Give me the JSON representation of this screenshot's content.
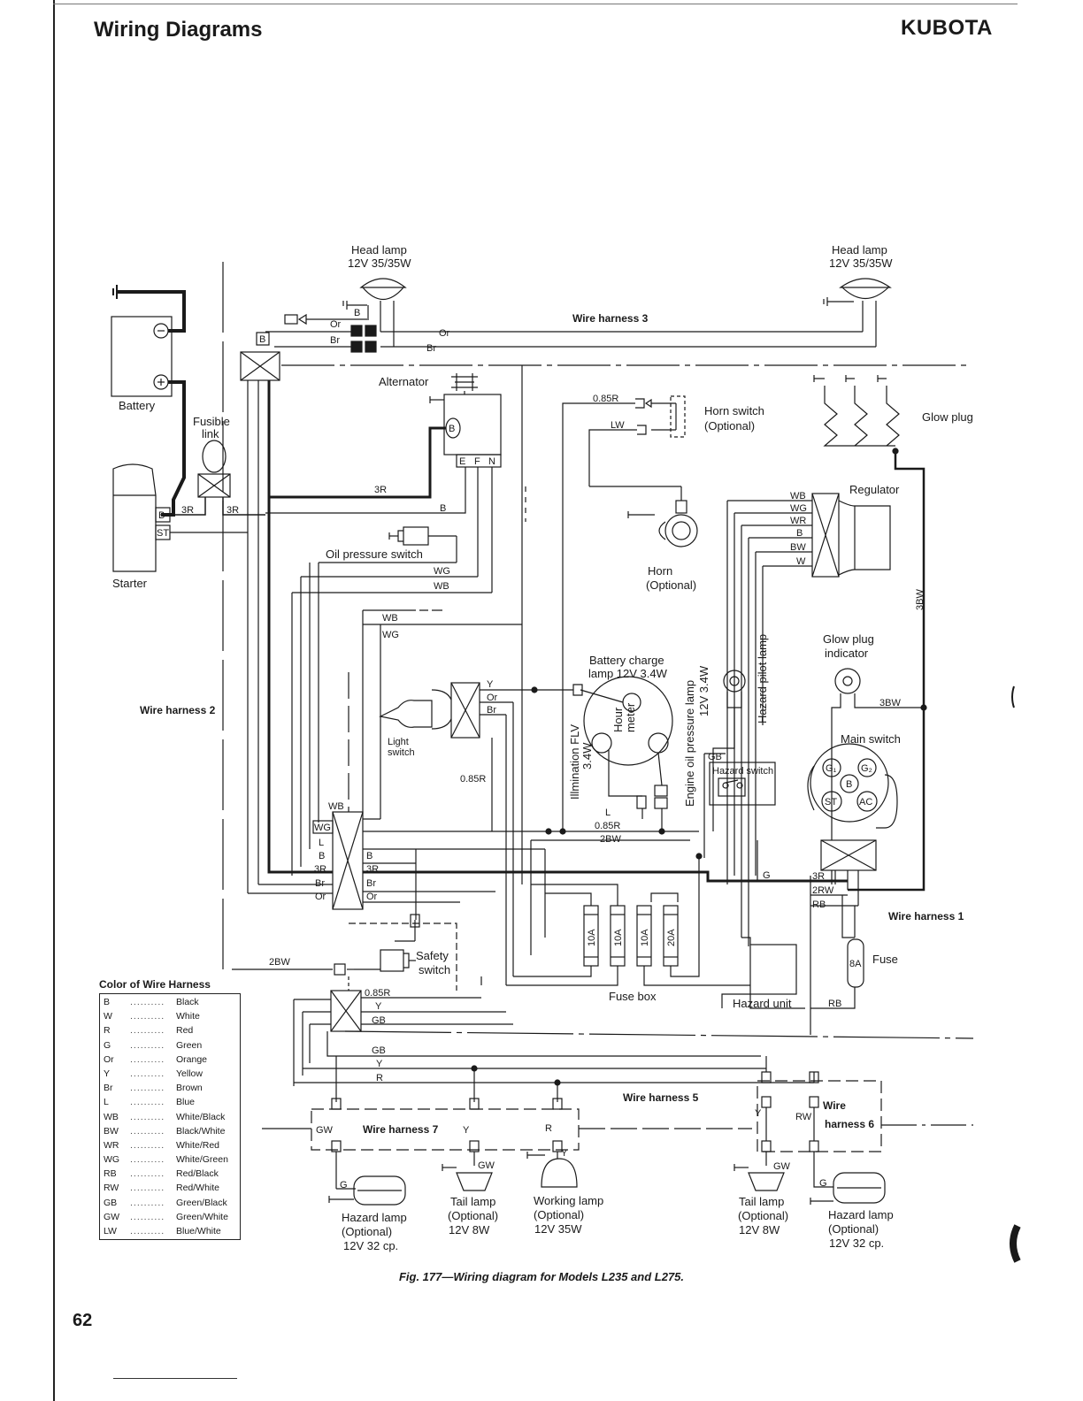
{
  "header": {
    "title": "Wiring Diagrams",
    "brand": "KUBOTA"
  },
  "page_number": "62",
  "caption": "Fig. 177—Wiring diagram for Models L235 and L275.",
  "legend": {
    "title": "Color of Wire Harness",
    "items": [
      {
        "code": "B",
        "color": "Black"
      },
      {
        "code": "W",
        "color": "White"
      },
      {
        "code": "R",
        "color": "Red"
      },
      {
        "code": "G",
        "color": "Green"
      },
      {
        "code": "Or",
        "color": "Orange"
      },
      {
        "code": "Y",
        "color": "Yellow"
      },
      {
        "code": "Br",
        "color": "Brown"
      },
      {
        "code": "L",
        "color": "Blue"
      },
      {
        "code": "WB",
        "color": "White/Black"
      },
      {
        "code": "BW",
        "color": "Black/White"
      },
      {
        "code": "WR",
        "color": "White/Red"
      },
      {
        "code": "WG",
        "color": "White/Green"
      },
      {
        "code": "RB",
        "color": "Red/Black"
      },
      {
        "code": "RW",
        "color": "Red/White"
      },
      {
        "code": "GB",
        "color": "Green/Black"
      },
      {
        "code": "GW",
        "color": "Green/White"
      },
      {
        "code": "LW",
        "color": "Blue/White"
      }
    ]
  },
  "components": {
    "head_lamp_left": {
      "name": "Head lamp",
      "rating": "12V 35/35W"
    },
    "head_lamp_right": {
      "name": "Head lamp",
      "rating": "12V 35/35W"
    },
    "battery": "Battery",
    "fusible_link": {
      "line1": "Fusible",
      "line2": "link"
    },
    "starter": "Starter",
    "alternator": "Alternator",
    "horn_switch": {
      "line1": "Horn switch",
      "line2": "(Optional)"
    },
    "glow_plug": "Glow plug",
    "regulator": "Regulator",
    "horn": {
      "line1": "Horn",
      "line2": "(Optional)"
    },
    "oil_pressure_switch": "Oil pressure switch",
    "glow_plug_indicator": {
      "line1": "Glow plug",
      "line2": "indicator"
    },
    "battery_charge_lamp": {
      "line1": "Battery charge",
      "line2": "lamp 12V 3.4W"
    },
    "illumination": {
      "line1": "Illmination FLV",
      "line2": "3.4W"
    },
    "hour_meter": {
      "line1": "Hour",
      "line2": "meter"
    },
    "oil_pressure_lamp": {
      "line1": "Engine oil pressure lamp",
      "line2": "12V 3.4W"
    },
    "hazard_pilot_lamp": "Hazard pilot lamp",
    "light_switch": {
      "line1": "Light",
      "line2": "switch"
    },
    "main_switch": "Main switch",
    "hazard_switch": "Hazard switch",
    "safety_switch": {
      "line1": "Safety",
      "line2": "switch"
    },
    "fuse_box": "Fuse box",
    "hazard_unit": "Hazard unit",
    "fuse": "Fuse",
    "fuse_8a": "8A",
    "fuses": [
      "10A",
      "10A",
      "10A",
      "20A"
    ],
    "main_switch_terms": {
      "g1": "G₁",
      "g2": "G₂",
      "b": "B",
      "st": "ST",
      "ac": "AC"
    },
    "alt_terms": {
      "e": "E",
      "f": "F",
      "n": "N",
      "b": "B"
    },
    "starter_terms": {
      "b": "B",
      "st": "ST"
    },
    "hazard_lamp_left": {
      "name": "Hazard lamp",
      "opt": "(Optional)",
      "rating": "12V 32 cp."
    },
    "tail_lamp_left": {
      "name": "Tail lamp",
      "opt": "(Optional)",
      "rating": "12V 8W"
    },
    "working_lamp": {
      "name": "Working lamp",
      "opt": "(Optional)",
      "rating": "12V 35W"
    },
    "tail_lamp_right": {
      "name": "Tail lamp",
      "opt": "(Optional)",
      "rating": "12V 8W"
    },
    "hazard_lamp_right": {
      "name": "Hazard lamp",
      "opt": "(Optional)",
      "rating": "12V 32 cp."
    }
  },
  "harnesses": {
    "h1": "Wire harness 1",
    "h2": "Wire harness 2",
    "h3": "Wire harness 3",
    "h5": "Wire harness 5",
    "h6a": "Wire",
    "h6b": "harness 6",
    "h7": "Wire harness 7"
  },
  "wire_codes": {
    "or": "Or",
    "br": "Br",
    "b": "B",
    "r3": "3R",
    "r085": "0.85R",
    "lw": "LW",
    "wb": "WB",
    "wg": "WG",
    "wr": "WR",
    "bw": "BW",
    "w": "W",
    "bw3": "3BW",
    "bw2": "2BW",
    "y": "Y",
    "l": "L",
    "g": "G",
    "gb": "GB",
    "rw2": "2RW",
    "rb": "RB",
    "rw": "RW",
    "gw": "GW",
    "r": "R"
  }
}
